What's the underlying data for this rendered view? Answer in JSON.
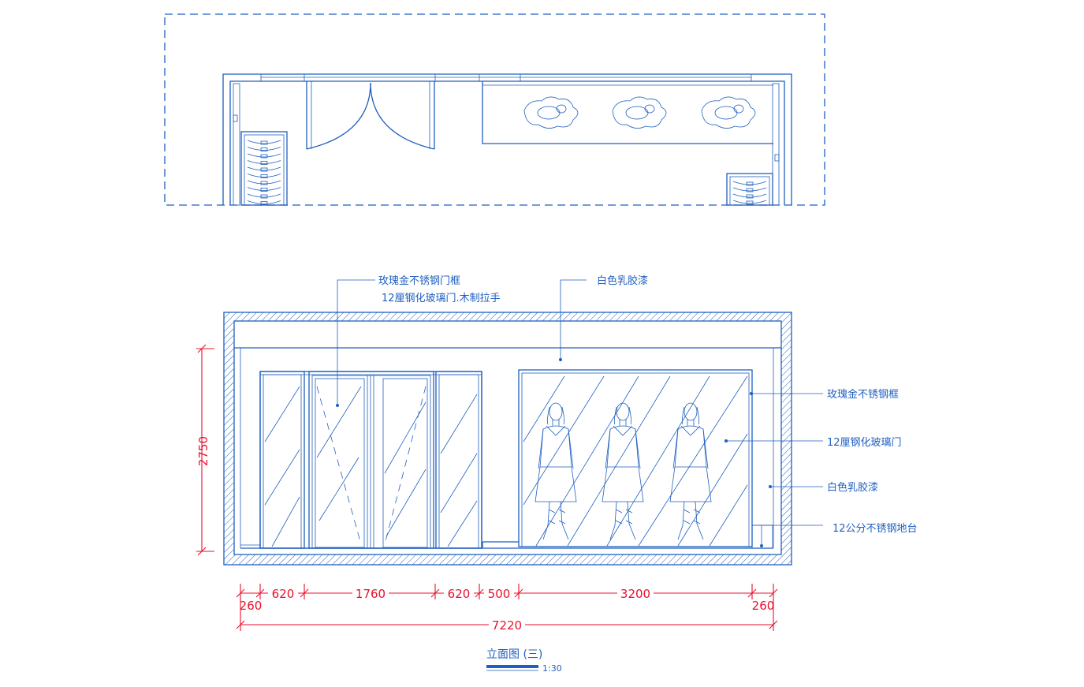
{
  "labels": {
    "door_frame": "玫瑰金不锈钢门框",
    "glass_door_handle": "12厘钢化玻璃门.木制拉手",
    "top_paint": "白色乳胶漆",
    "window_frame": "玫瑰金不锈钢框",
    "window_glass": "12厘钢化玻璃门",
    "wall_paint": "白色乳胶漆",
    "counter": "12公分不锈钢地台"
  },
  "dimensions": {
    "height": "2750",
    "w260_left": "260",
    "w620_a": "620",
    "w1760": "1760",
    "w620_b": "620",
    "w500": "500",
    "w3200": "3200",
    "w260_right": "260",
    "total": "7220"
  },
  "title": {
    "name": "立面图 (三)",
    "scale": "1:30"
  },
  "colors": {
    "line": "#1f5fbf",
    "dimension": "#e8112d"
  }
}
